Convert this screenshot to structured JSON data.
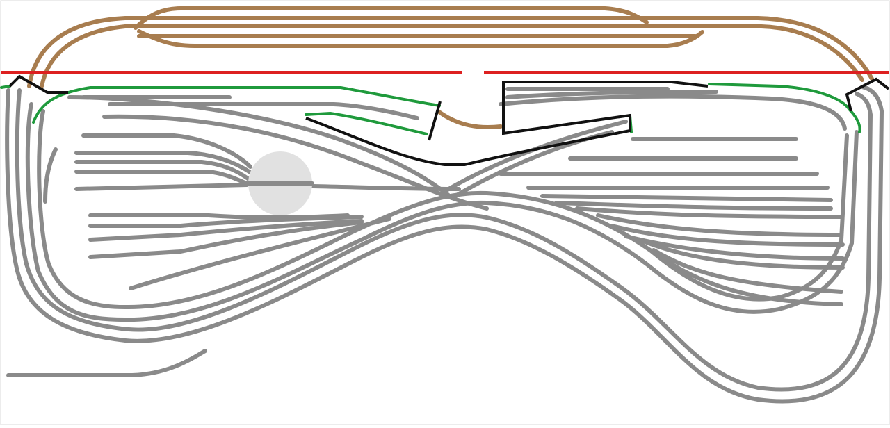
{
  "diagram": {
    "type": "model-railway-track-plan",
    "colors": {
      "background": "#ffffff",
      "frame": "#d8d8d8",
      "track_main": "#8a8a8a",
      "track_upper": "#a87d4f",
      "scenic_break": "#dd2020",
      "staging_track": "#1f9a3c",
      "backscene": "#111111",
      "turntable": "#e1e1e1"
    },
    "layers": [
      {
        "id": "upper-level-loop",
        "color_key": "track_upper"
      },
      {
        "id": "lower-level-tracks",
        "color_key": "track_main"
      },
      {
        "id": "scenic-divider",
        "color_key": "scenic_break"
      },
      {
        "id": "staging-tracks",
        "color_key": "staging_track"
      },
      {
        "id": "backdrop-edges",
        "color_key": "backscene"
      },
      {
        "id": "turntable",
        "color_key": "turntable"
      }
    ]
  }
}
